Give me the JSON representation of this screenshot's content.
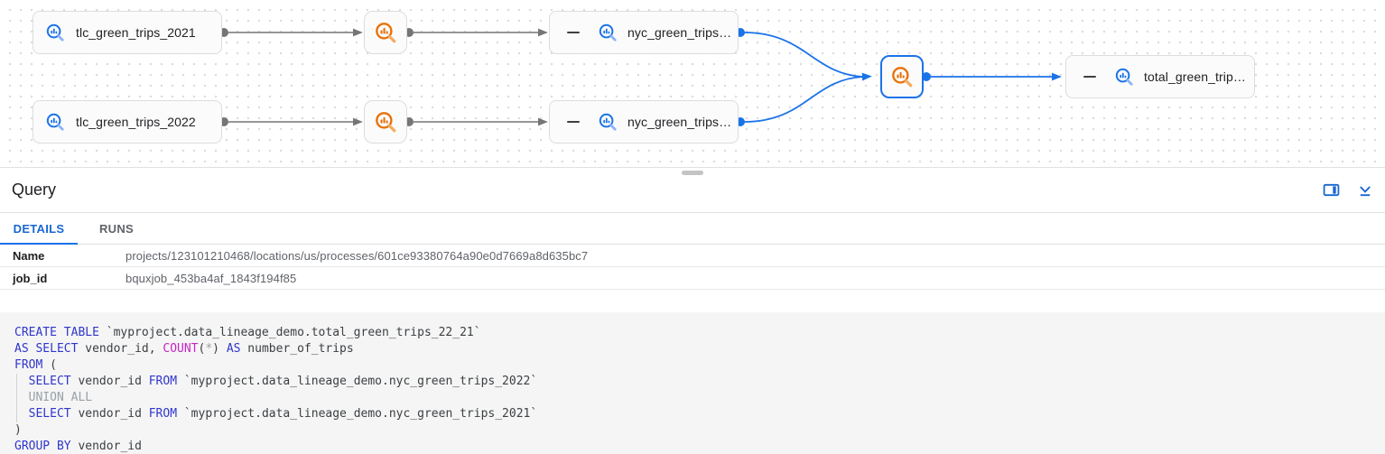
{
  "graph": {
    "tables": {
      "tlc_2021": "tlc_green_trips_2021",
      "tlc_2022": "tlc_green_trips_2022",
      "nyc_2021": "nyc_green_trips…",
      "nyc_2022": "nyc_green_trips…",
      "total": "total_green_trip…"
    },
    "process_icon": "bigquery-job-search-icon",
    "table_icon": "bigquery-table-search-icon"
  },
  "panel": {
    "title": "Query",
    "tabs": [
      {
        "label": "DETAILS",
        "active": true
      },
      {
        "label": "RUNS",
        "active": false
      }
    ],
    "fields": [
      {
        "label": "Name",
        "value": "projects/123101210468/locations/us/processes/601ce93380764a90e0d7669a8d635bc7"
      },
      {
        "label": "job_id",
        "value": "bquxjob_453ba4af_1843f194f85"
      }
    ],
    "icons": [
      "dock-side-icon",
      "collapse-panel-icon"
    ]
  },
  "sql": {
    "lines": [
      {
        "guide": false,
        "tokens": [
          {
            "t": "CREATE TABLE",
            "c": "kw"
          },
          {
            "t": " `myproject.data_lineage_demo.total_green_trips_22_21`",
            "c": "txt"
          }
        ]
      },
      {
        "guide": false,
        "tokens": [
          {
            "t": "AS SELECT",
            "c": "kw"
          },
          {
            "t": " vendor_id, ",
            "c": "txt"
          },
          {
            "t": "COUNT",
            "c": "fn"
          },
          {
            "t": "(",
            "c": "txt"
          },
          {
            "t": "*",
            "c": "mut"
          },
          {
            "t": ")",
            "c": "txt"
          },
          {
            "t": " ",
            "c": "txt"
          },
          {
            "t": "AS",
            "c": "kw"
          },
          {
            "t": " number_of_trips",
            "c": "txt"
          }
        ]
      },
      {
        "guide": false,
        "tokens": [
          {
            "t": "FROM",
            "c": "kw"
          },
          {
            "t": " (",
            "c": "txt"
          }
        ]
      },
      {
        "guide": true,
        "tokens": [
          {
            "t": "  ",
            "c": "txt"
          },
          {
            "t": "SELECT",
            "c": "kw"
          },
          {
            "t": " vendor_id ",
            "c": "txt"
          },
          {
            "t": "FROM",
            "c": "kw"
          },
          {
            "t": " `myproject.data_lineage_demo.nyc_green_trips_2022`",
            "c": "txt"
          }
        ]
      },
      {
        "guide": true,
        "tokens": [
          {
            "t": "  ",
            "c": "txt"
          },
          {
            "t": "UNION ALL",
            "c": "mut"
          }
        ]
      },
      {
        "guide": true,
        "tokens": [
          {
            "t": "  ",
            "c": "txt"
          },
          {
            "t": "SELECT",
            "c": "kw"
          },
          {
            "t": " vendor_id ",
            "c": "txt"
          },
          {
            "t": "FROM",
            "c": "kw"
          },
          {
            "t": " `myproject.data_lineage_demo.nyc_green_trips_2021`",
            "c": "txt"
          }
        ]
      },
      {
        "guide": false,
        "tokens": [
          {
            "t": ")",
            "c": "txt"
          }
        ]
      },
      {
        "guide": false,
        "tokens": [
          {
            "t": "GROUP BY",
            "c": "kw"
          },
          {
            "t": " vendor_id",
            "c": "txt"
          }
        ]
      }
    ]
  },
  "colors": {
    "accent_blue": "#1a73e8",
    "tab_active_blue": "#1967d2",
    "process_orange": "#e8710a",
    "edge_gray": "#757575",
    "sql_keyword": "#2f36cd",
    "sql_function": "#c724c7",
    "sql_muted": "#9aa0a6",
    "sql_text": "#3c4043"
  }
}
